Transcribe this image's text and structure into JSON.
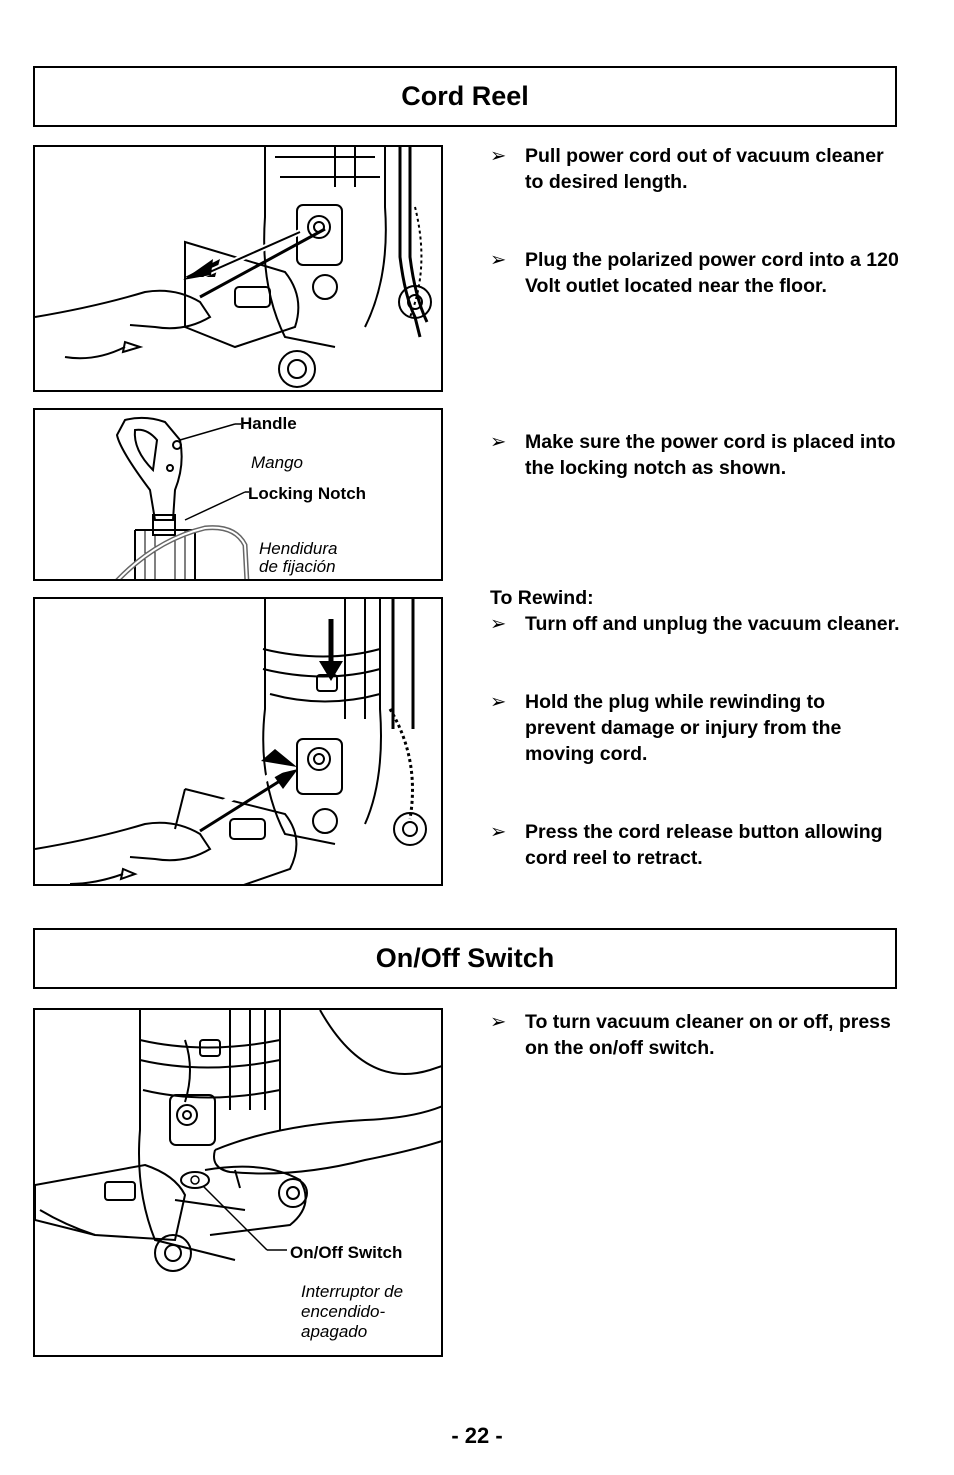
{
  "cord_reel": {
    "title": "Cord Reel",
    "figure_handle": {
      "handle_label": "Handle",
      "handle_label_es": "Mango",
      "notch_label": "Locking Notch",
      "notch_label_es_line1": "Hendidura",
      "notch_label_es_line2": "de fijación"
    },
    "bullets": [
      "Pull power cord out of vacuum cleaner to desired length.",
      "Plug the polarized power cord into a 120 Volt outlet located near the floor.",
      "Make sure the power cord is placed into the locking notch as shown."
    ],
    "rewind_heading": "To Rewind:",
    "rewind_bullets": [
      "Turn off and unplug the vacuum cleaner.",
      "Hold the plug while rewinding to prevent damage or injury from the moving cord.",
      "Press the cord release button allowing cord reel to retract."
    ]
  },
  "on_off_switch": {
    "title": "On/Off Switch",
    "switch_label": "On/Off Switch",
    "switch_label_es_line1": "Interruptor de",
    "switch_label_es_line2": "encendido-",
    "switch_label_es_line3": "apagado",
    "bullets": [
      "To turn vacuum cleaner on or off, press on the on/off switch."
    ]
  },
  "bullet_glyph": "➢",
  "page_number": "- 22 -"
}
